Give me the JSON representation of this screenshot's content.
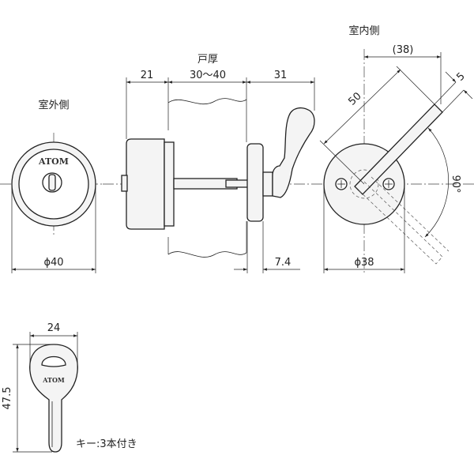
{
  "labels": {
    "outside": "室外側",
    "inside": "室内側",
    "door_thickness": "戸厚",
    "key_note": "キー:3本付き"
  },
  "dimensions": {
    "d21": "21",
    "d30_40": "30〜40",
    "d31": "31",
    "d38_ref": "(38)",
    "d50": "50",
    "d5": "5",
    "d90": "90°",
    "phi40": "ϕ40",
    "d7_4": "7.4",
    "phi38": "ϕ38",
    "d24": "24",
    "d47_5": "47.5"
  },
  "logo": {
    "cylinder": "ATOM",
    "key": "ATOM"
  }
}
